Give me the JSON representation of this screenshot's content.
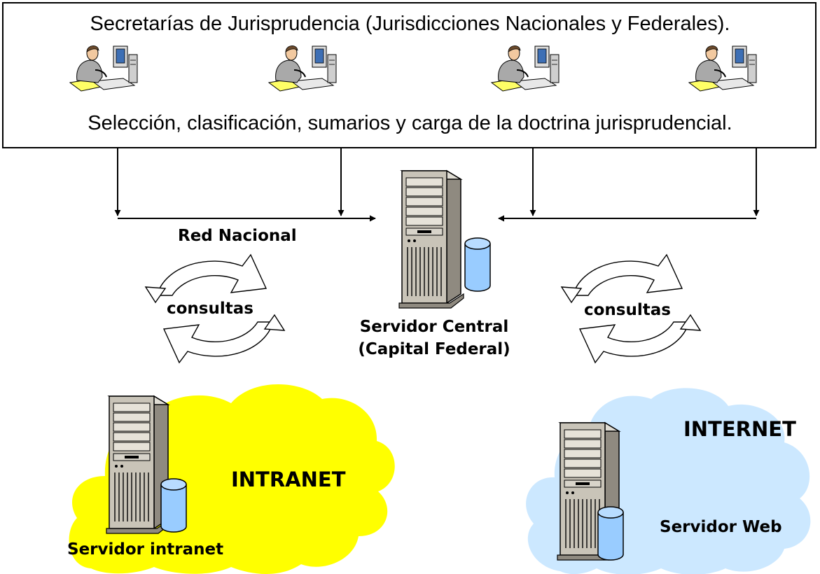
{
  "header": {
    "title": "Secretarías de Jurisprudencia (Jurisdicciones Nacionales y Federales).",
    "subtitle": "Selección, clasificación, sumarios y carga de la doctrina jurisprudencial."
  },
  "network": {
    "label": "Red Nacional",
    "left_cycle_label": "consultas",
    "right_cycle_label": "consultas"
  },
  "central": {
    "line1": "Servidor Central",
    "line2": "(Capital Federal)"
  },
  "intranet": {
    "title": "INTRANET",
    "server_label": "Servidor intranet",
    "color": "#ffff00"
  },
  "internet": {
    "title": "INTERNET",
    "server_label": "Servidor Web",
    "color": "#cce8ff"
  },
  "icons": {
    "workstation": "person-at-computer-icon",
    "server": "server-tower-icon",
    "database": "database-cylinder-icon",
    "cycle": "cycle-arrows-icon"
  },
  "colors": {
    "database": "#99ccff",
    "server_body": "#c9c4b8"
  }
}
